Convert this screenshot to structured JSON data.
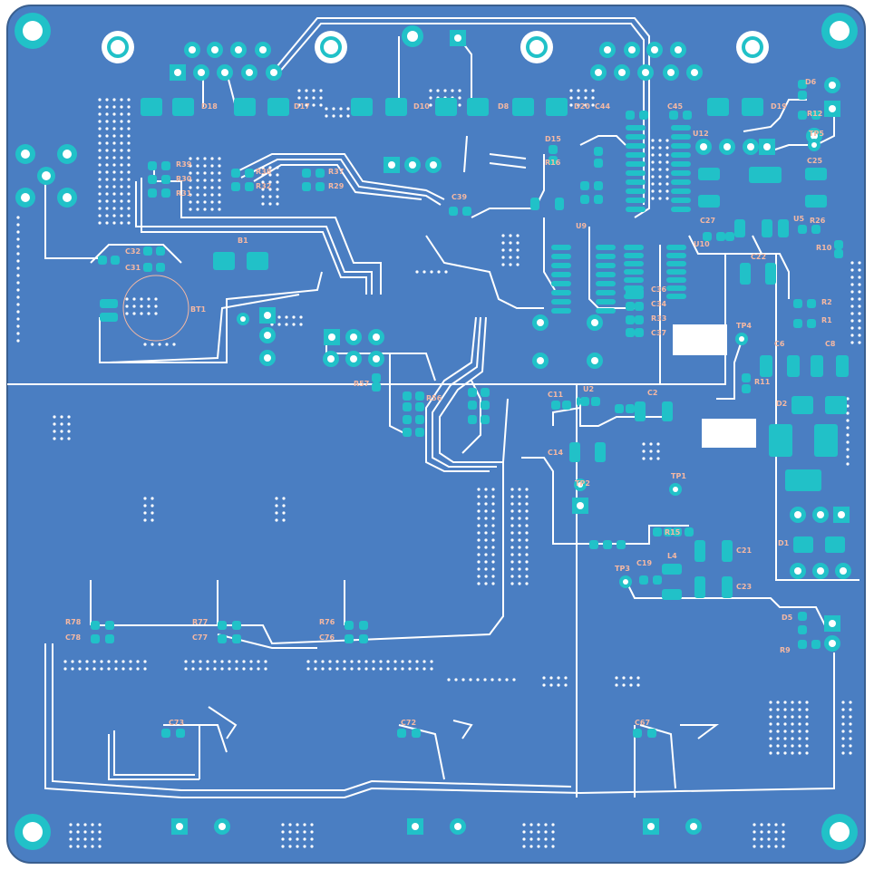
{
  "board": {
    "colors": {
      "background": "#ffffff",
      "copper_fill": "#4a7ec2",
      "trace": "#ffffff",
      "pad": "#21c1c8",
      "pad_hole": "#ffffff",
      "silkscreen": "#f4b8a3",
      "outline": "#3a5f8f"
    },
    "labels": [
      {
        "text": "D18"
      },
      {
        "text": "D17"
      },
      {
        "text": "D10"
      },
      {
        "text": "D8"
      },
      {
        "text": "D20"
      },
      {
        "text": "C44"
      },
      {
        "text": "C45"
      },
      {
        "text": "D19"
      },
      {
        "text": "D6"
      },
      {
        "text": "R12"
      },
      {
        "text": "TP5"
      },
      {
        "text": "U12"
      },
      {
        "text": "D15"
      },
      {
        "text": "R16"
      },
      {
        "text": "C25"
      },
      {
        "text": "R39"
      },
      {
        "text": "R30"
      },
      {
        "text": "R31"
      },
      {
        "text": "R38"
      },
      {
        "text": "R32"
      },
      {
        "text": "R37"
      },
      {
        "text": "R29"
      },
      {
        "text": "C39"
      },
      {
        "text": "C27"
      },
      {
        "text": "U5"
      },
      {
        "text": "R26"
      },
      {
        "text": "R10"
      },
      {
        "text": "U9"
      },
      {
        "text": "U10"
      },
      {
        "text": "C22"
      },
      {
        "text": "C32"
      },
      {
        "text": "C31"
      },
      {
        "text": "B1"
      },
      {
        "text": "BT1"
      },
      {
        "text": "R2"
      },
      {
        "text": "R1"
      },
      {
        "text": "C36"
      },
      {
        "text": "C34"
      },
      {
        "text": "R33"
      },
      {
        "text": "C37"
      },
      {
        "text": "TP4"
      },
      {
        "text": "C6"
      },
      {
        "text": "C8"
      },
      {
        "text": "R11"
      },
      {
        "text": "R57"
      },
      {
        "text": "R56"
      },
      {
        "text": "C11"
      },
      {
        "text": "U2"
      },
      {
        "text": "C2"
      },
      {
        "text": "D2"
      },
      {
        "text": "C14"
      },
      {
        "text": "TP2"
      },
      {
        "text": "TP1"
      },
      {
        "text": "D1"
      },
      {
        "text": "R15"
      },
      {
        "text": "C21"
      },
      {
        "text": "L4"
      },
      {
        "text": "C19"
      },
      {
        "text": "TP3"
      },
      {
        "text": "C23"
      },
      {
        "text": "D5"
      },
      {
        "text": "R9"
      },
      {
        "text": "R78"
      },
      {
        "text": "C78"
      },
      {
        "text": "R77"
      },
      {
        "text": "C77"
      },
      {
        "text": "R76"
      },
      {
        "text": "C76"
      },
      {
        "text": "C72"
      },
      {
        "text": "C67"
      },
      {
        "text": "C73"
      }
    ]
  }
}
